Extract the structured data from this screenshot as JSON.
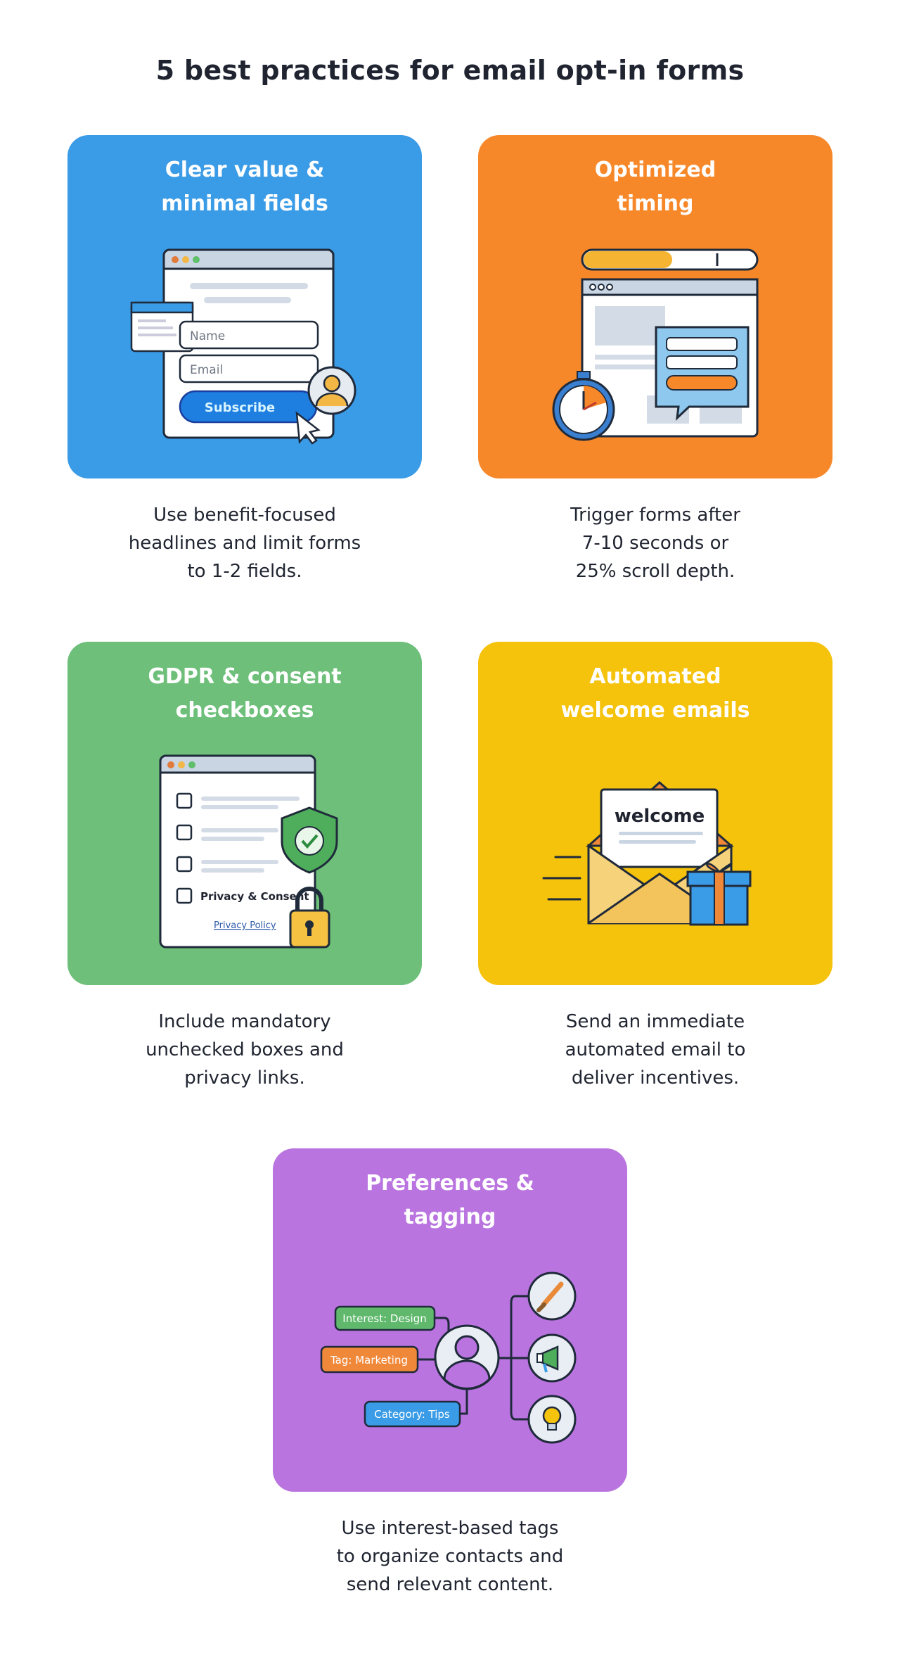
{
  "page_title": "5 best practices for email opt-in forms",
  "colors": {
    "blue": "#3a9be6",
    "orange": "#f7882a",
    "green": "#6dbf7a",
    "yellow": "#f5c20c",
    "purple": "#b974e0"
  },
  "cards": [
    {
      "title": "Clear value &\nminimal fields",
      "description": "Use benefit-focused\nheadlines and limit forms\nto 1-2 fields.",
      "illustration": {
        "name_placeholder": "Name",
        "email_placeholder": "Email",
        "button": "Subscribe"
      }
    },
    {
      "title": "Optimized\ntiming",
      "description": "Trigger forms after\n7-10 seconds or\n25% scroll depth."
    },
    {
      "title": "GDPR & consent\ncheckboxes",
      "description": "Include mandatory\nunchecked boxes and\nprivacy links.",
      "illustration": {
        "consent_label": "Privacy & Consent",
        "policy_link": "Privacy Policy"
      }
    },
    {
      "title": "Automated\nwelcome emails",
      "description": "Send an immediate\nautomated email to\ndeliver incentives.",
      "illustration": {
        "letter_text": "welcome"
      }
    },
    {
      "title": "Preferences &\ntagging",
      "description": "Use interest-based tags\nto organize contacts and\nsend relevant content.",
      "illustration": {
        "tags": [
          "Interest: Design",
          "Tag: Marketing",
          "Category: Tips"
        ]
      }
    }
  ]
}
